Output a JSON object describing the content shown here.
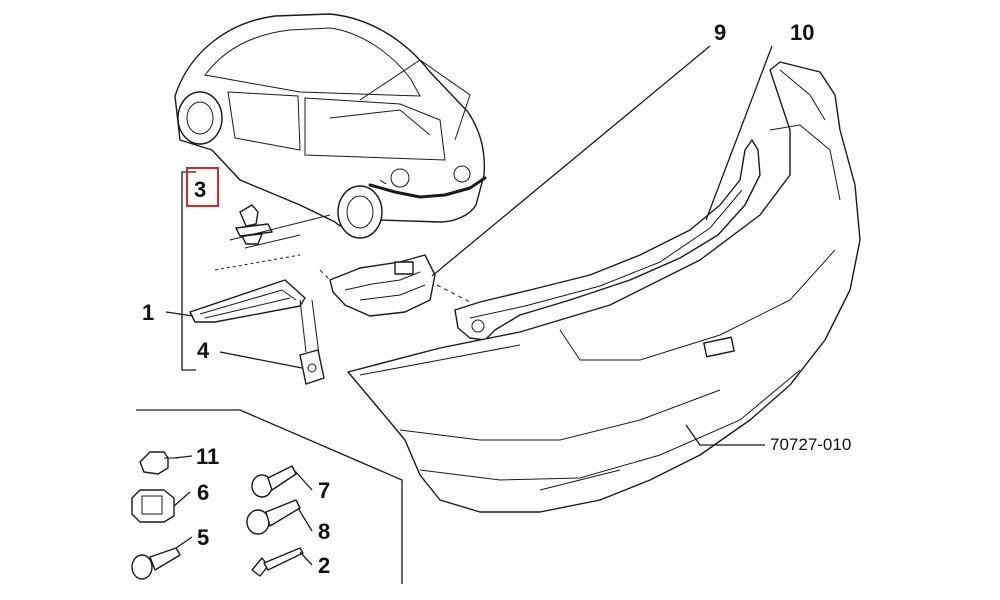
{
  "labels": {
    "p1": "1",
    "p2": "2",
    "p3": "3",
    "p4": "4",
    "p5": "5",
    "p6": "6",
    "p7": "7",
    "p8": "8",
    "p9": "9",
    "p10": "10",
    "p11": "11"
  },
  "reference_code": "70727-010",
  "highlight": {
    "part": "3",
    "color": "#d62a2a"
  }
}
